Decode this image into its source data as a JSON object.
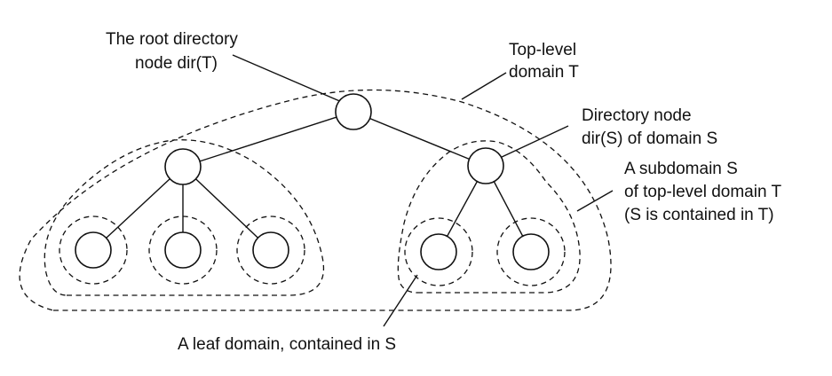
{
  "labels": {
    "root_line1": "The root directory",
    "root_line2": "node dir(T)",
    "top_line1": "Top-level",
    "top_line2": "domain T",
    "dir_line1": "Directory node",
    "dir_line2": "dir(S) of domain S",
    "sub_line1": "A subdomain S",
    "sub_line2": "of top-level domain T",
    "sub_line3": "(S is contained in T)",
    "leaf": "A leaf domain, contained in S"
  }
}
